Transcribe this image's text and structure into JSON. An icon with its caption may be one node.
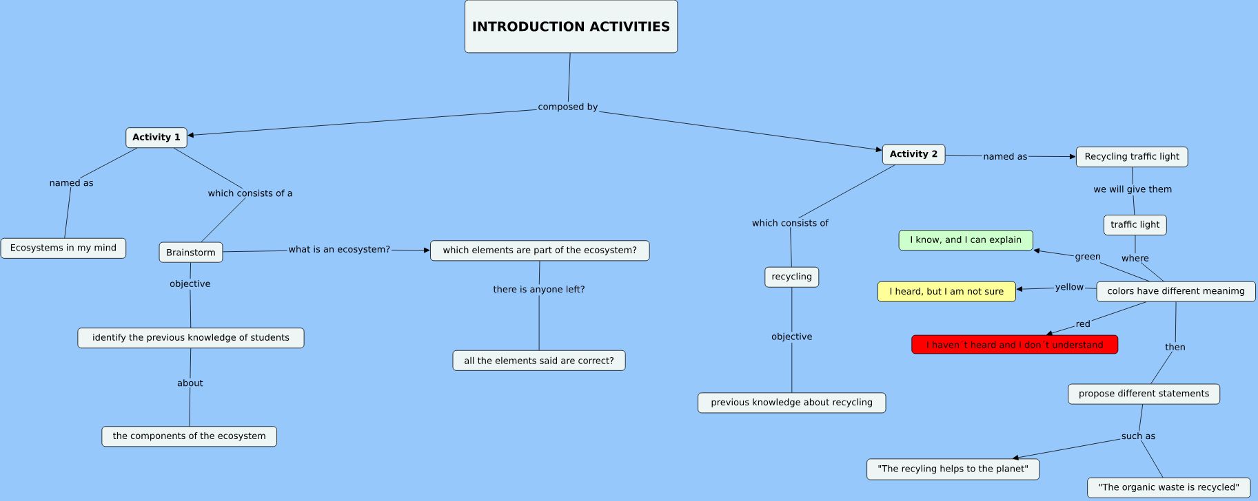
{
  "diagram": {
    "nodes": [
      {
        "text": [
          "INTRODUCTION ACTIVITIES"
        ]
      },
      {
        "text": [
          "composed by"
        ]
      },
      {
        "text": [
          "Activity 1"
        ]
      },
      {
        "text": [
          "Activity 2"
        ]
      },
      {
        "text": [
          "named as"
        ]
      },
      {
        "text": [
          "which consists of a"
        ]
      },
      {
        "text": [
          "Ecosystems in my mind"
        ]
      },
      {
        "text": [
          "Brainstorm"
        ]
      },
      {
        "text": [
          "what is an ecosystem?"
        ]
      },
      {
        "text": [
          "which elements are part of the ecosystem?"
        ]
      },
      {
        "text": [
          "objective"
        ]
      },
      {
        "text": [
          "there is anyone left?"
        ]
      },
      {
        "text": [
          "identify the previous knowledge of students"
        ]
      },
      {
        "text": [
          "all the elements said are correct?"
        ]
      },
      {
        "text": [
          "about"
        ]
      },
      {
        "text": [
          "the components of the ecosystem"
        ]
      },
      {
        "text": [
          "named as"
        ]
      },
      {
        "text": [
          "Recycling traffic light"
        ]
      },
      {
        "text": [
          "which consists of"
        ]
      },
      {
        "text": [
          "we will give them"
        ]
      },
      {
        "text": [
          "traffic light"
        ]
      },
      {
        "text": [
          "I know, and I can explain"
        ]
      },
      {
        "text": [
          "where"
        ]
      },
      {
        "text": [
          "recycling"
        ]
      },
      {
        "text": [
          "I heard, but I am not sure"
        ]
      },
      {
        "text": [
          "yellow"
        ]
      },
      {
        "text": [
          "green"
        ]
      },
      {
        "text": [
          "colors have different meanimg"
        ]
      },
      {
        "text": [
          "red"
        ]
      },
      {
        "text": [
          "I haven´t heard and I don´t understand"
        ]
      },
      {
        "text": [
          "objective"
        ]
      },
      {
        "text": [
          "then"
        ]
      },
      {
        "text": [
          "previous knowledge about recycling"
        ]
      },
      {
        "text": [
          "propose different statements"
        ]
      },
      {
        "text": [
          "such as"
        ]
      },
      {
        "text": [
          "\"The recyling helps to the planet\""
        ]
      },
      {
        "text": [
          "\"The organic waste is recycled\""
        ]
      }
    ],
    "edges": [
      {
        "from": 0,
        "to": 1,
        "arrow": "none"
      },
      {
        "from": 1,
        "to": 2,
        "arrow": "to"
      },
      {
        "from": 1,
        "to": 3,
        "arrow": "to"
      },
      {
        "from": 2,
        "to": 4,
        "arrow": "none"
      },
      {
        "from": 4,
        "to": 6,
        "arrow": "none"
      },
      {
        "from": 2,
        "to": 5,
        "arrow": "none"
      },
      {
        "from": 5,
        "to": 7,
        "arrow": "none"
      },
      {
        "from": 7,
        "to": 8,
        "arrow": "none"
      },
      {
        "from": 8,
        "to": 9,
        "arrow": "to"
      },
      {
        "from": 9,
        "to": 11,
        "arrow": "none"
      },
      {
        "from": 11,
        "to": 13,
        "arrow": "none"
      },
      {
        "from": 7,
        "to": 10,
        "arrow": "none"
      },
      {
        "from": 10,
        "to": 12,
        "arrow": "none"
      },
      {
        "from": 12,
        "to": 14,
        "arrow": "none"
      },
      {
        "from": 14,
        "to": 15,
        "arrow": "none"
      },
      {
        "from": 3,
        "to": 16,
        "arrow": "none"
      },
      {
        "from": 16,
        "to": 17,
        "arrow": "to"
      },
      {
        "from": 3,
        "to": 18,
        "arrow": "none"
      },
      {
        "from": 18,
        "to": 23,
        "arrow": "none"
      },
      {
        "from": 23,
        "to": 30,
        "arrow": "none"
      },
      {
        "from": 30,
        "to": 32,
        "arrow": "none"
      },
      {
        "from": 17,
        "to": 19,
        "arrow": "none"
      },
      {
        "from": 19,
        "to": 20,
        "arrow": "none"
      },
      {
        "from": 20,
        "to": 22,
        "arrow": "none"
      },
      {
        "from": 22,
        "to": 27,
        "arrow": "none"
      },
      {
        "from": 27,
        "to": 26,
        "arrow": "none"
      },
      {
        "from": 26,
        "to": 21,
        "arrow": "to"
      },
      {
        "from": 27,
        "to": 25,
        "arrow": "none"
      },
      {
        "from": 25,
        "to": 24,
        "arrow": "to"
      },
      {
        "from": 27,
        "to": 28,
        "arrow": "none"
      },
      {
        "from": 28,
        "to": 29,
        "arrow": "to"
      },
      {
        "from": 27,
        "to": 31,
        "arrow": "none"
      },
      {
        "from": 31,
        "to": 33,
        "arrow": "none"
      },
      {
        "from": 33,
        "to": 34,
        "arrow": "none"
      },
      {
        "from": 34,
        "to": 35,
        "arrow": "to"
      },
      {
        "from": 34,
        "to": 36,
        "arrow": "none"
      }
    ]
  }
}
